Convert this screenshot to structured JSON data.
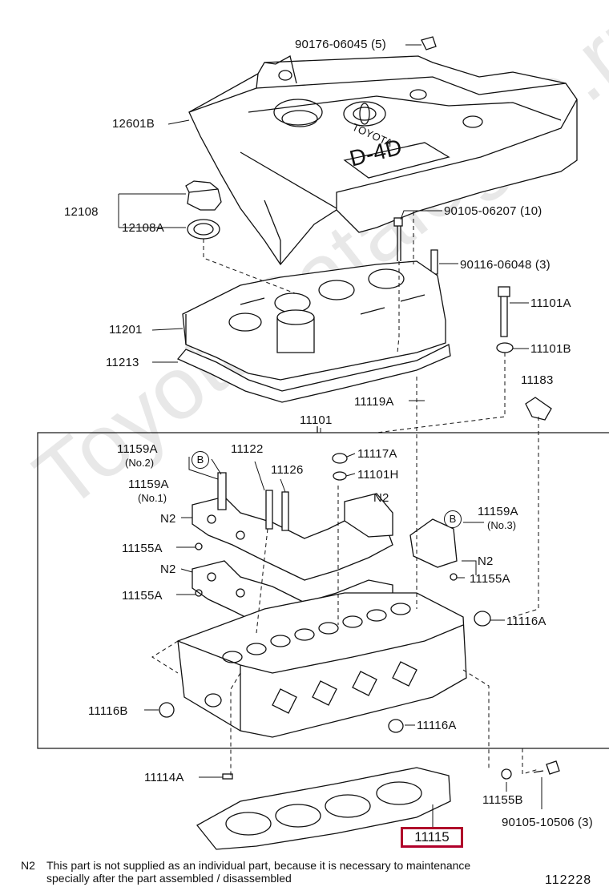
{
  "labels": {
    "p90176": "90176-06045 (5)",
    "p12601b": "12601B",
    "p12108": "12108",
    "p12108a": "12108A",
    "p90105_06207": "90105-06207 (10)",
    "p90116": "90116-06048 (3)",
    "p11201": "11201",
    "p11101a": "11101A",
    "p11213": "11213",
    "p11101b": "11101B",
    "p11119a": "11119A",
    "p11183": "11183",
    "p11101": "11101",
    "p11159a_no2": "11159A",
    "no2": "(No.2)",
    "p11122": "11122",
    "p11117a": "11117A",
    "p11126": "11126",
    "p11101h": "11101H",
    "p11159a_no1": "11159A",
    "no1": "(No.1)",
    "n2_a": "N2",
    "n2_b": "N2",
    "p11159a_no3": "11159A",
    "no3": "(No.3)",
    "p11155a_1": "11155A",
    "n2_c": "N2",
    "n2_d": "N2",
    "p11155a_2": "11155A",
    "p11155a_3": "11155A",
    "p11116a_1": "11116A",
    "p11116b": "11116B",
    "p11116a_2": "11116A",
    "p11114a": "11114A",
    "p11155b": "11155B",
    "p90105_10506": "90105-10506 (3)",
    "p11115": "11115",
    "b1": "B",
    "b2": "B",
    "cover_brand": "TOYOTA",
    "cover_engine": "D-4D"
  },
  "footnote": {
    "mark": "N2",
    "line1": "This part is not supplied as an individual part, because it is necessary to maintenance",
    "line2": "specially after the part assembled / disassembled"
  },
  "figure_number": "112228",
  "watermark": "ToyotaCatalogue.ru",
  "colors": {
    "highlight": "#b0002a",
    "ink": "#111111",
    "watermark": "#e8e8e8"
  }
}
